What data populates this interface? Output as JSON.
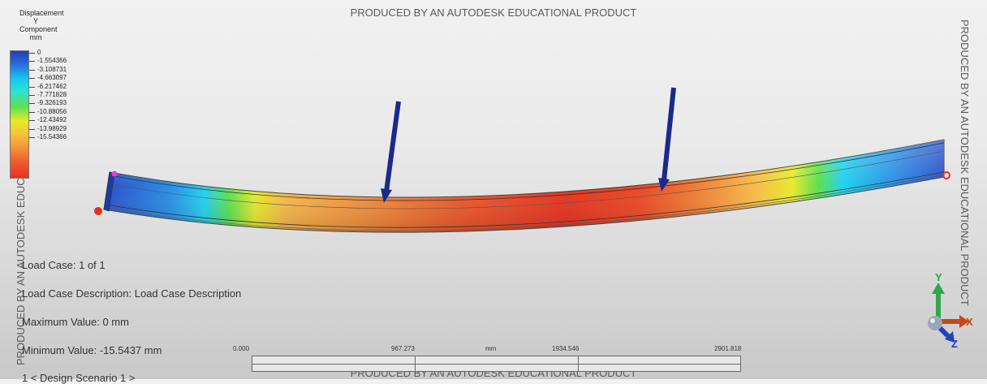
{
  "watermark": {
    "text": "PRODUCED BY AN AUTODESK EDUCATIONAL PRODUCT"
  },
  "legend": {
    "title_lines": [
      "Displacement",
      "Y Component",
      "mm"
    ],
    "values": [
      "0",
      "-1.554366",
      "-3.108731",
      "-4.663097",
      "-6.217462",
      "-7.771828",
      "-9.326193",
      "-10.88056",
      "-12.43492",
      "-13.98929",
      "-15.54366"
    ]
  },
  "info": {
    "load_case": "Load Case:  1 of 1",
    "load_case_description": "Load Case Description:  Load Case Description",
    "maximum_value": "Maximum Value: 0 mm",
    "minimum_value": "Minimum Value: -15.5437 mm",
    "design_scenario": "1 < Design Scenario 1 >"
  },
  "scale_bar": {
    "labels": [
      "0.000",
      "967.273",
      "mm",
      "1934.546",
      "2901.818"
    ]
  },
  "triad": {
    "x_label": "X",
    "y_label": "Y",
    "z_label": "Z"
  },
  "colors": {
    "load_arrow": "#1a2a8c",
    "displacement_max": "#e63320",
    "displacement_zero": "#1f3fb8"
  }
}
